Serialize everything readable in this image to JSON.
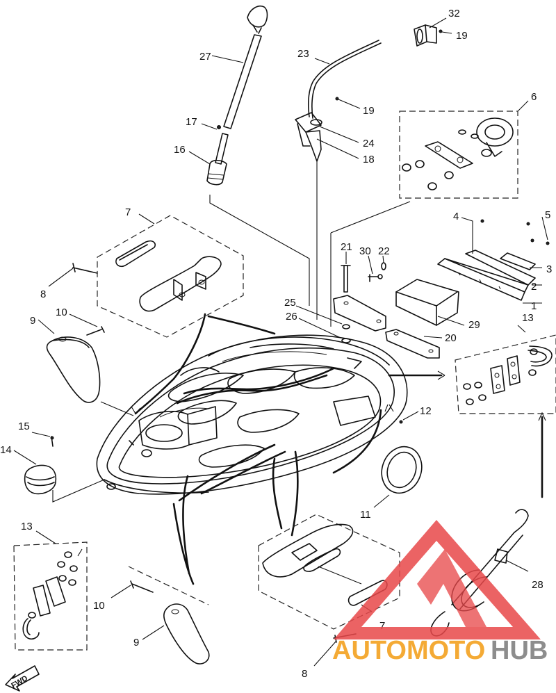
{
  "diagram": {
    "callouts": {
      "c1": "1",
      "c2": "2",
      "c3": "3",
      "c4": "4",
      "c5": "5",
      "c6": "6",
      "c7a": "7",
      "c7b": "7",
      "c8a": "8",
      "c8b": "8",
      "c9a": "9",
      "c9b": "9",
      "c10a": "10",
      "c10b": "10",
      "c11": "11",
      "c12": "12",
      "c13a": "13",
      "c13b": "13",
      "c14": "14",
      "c15": "15",
      "c16": "16",
      "c17": "17",
      "c18": "18",
      "c19a": "19",
      "c19b": "19",
      "c20": "20",
      "c21": "21",
      "c22": "22",
      "c23": "23",
      "c24": "24",
      "c25": "25",
      "c26": "26",
      "c27": "27",
      "c28": "28",
      "c29": "29",
      "c30": "30",
      "c32": "32"
    },
    "fwd_label": "FWD"
  },
  "watermark": {
    "part1": "AUTOMOTO",
    "part2": "HUB",
    "colors": {
      "triangle": "#e8484a",
      "orange": "#f39c12",
      "grey": "#7a7a7a"
    }
  }
}
